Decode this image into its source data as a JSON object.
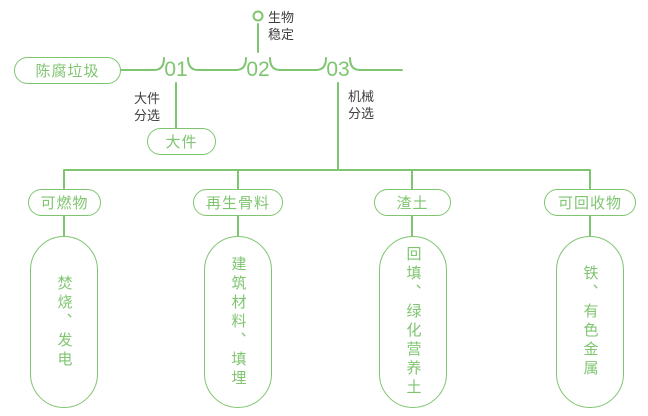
{
  "colors": {
    "green": "#7fc570",
    "text_dark": "#3f3f3f",
    "background": "#ffffff"
  },
  "flow": {
    "source": "陈腐垃圾",
    "steps": [
      {
        "num": "01",
        "label": "大件\n分选"
      },
      {
        "num": "02",
        "label": "生物\n稳定"
      },
      {
        "num": "03",
        "label": "机械\n分选"
      }
    ],
    "bulky": "大件"
  },
  "branches": [
    {
      "category": "可燃物",
      "result": "焚烧、发电"
    },
    {
      "category": "再生骨料",
      "result": "建筑材料、填埋"
    },
    {
      "category": "渣土",
      "result": "回填、绿化营养土"
    },
    {
      "category": "可回收物",
      "result": "铁、有色金属"
    }
  ]
}
